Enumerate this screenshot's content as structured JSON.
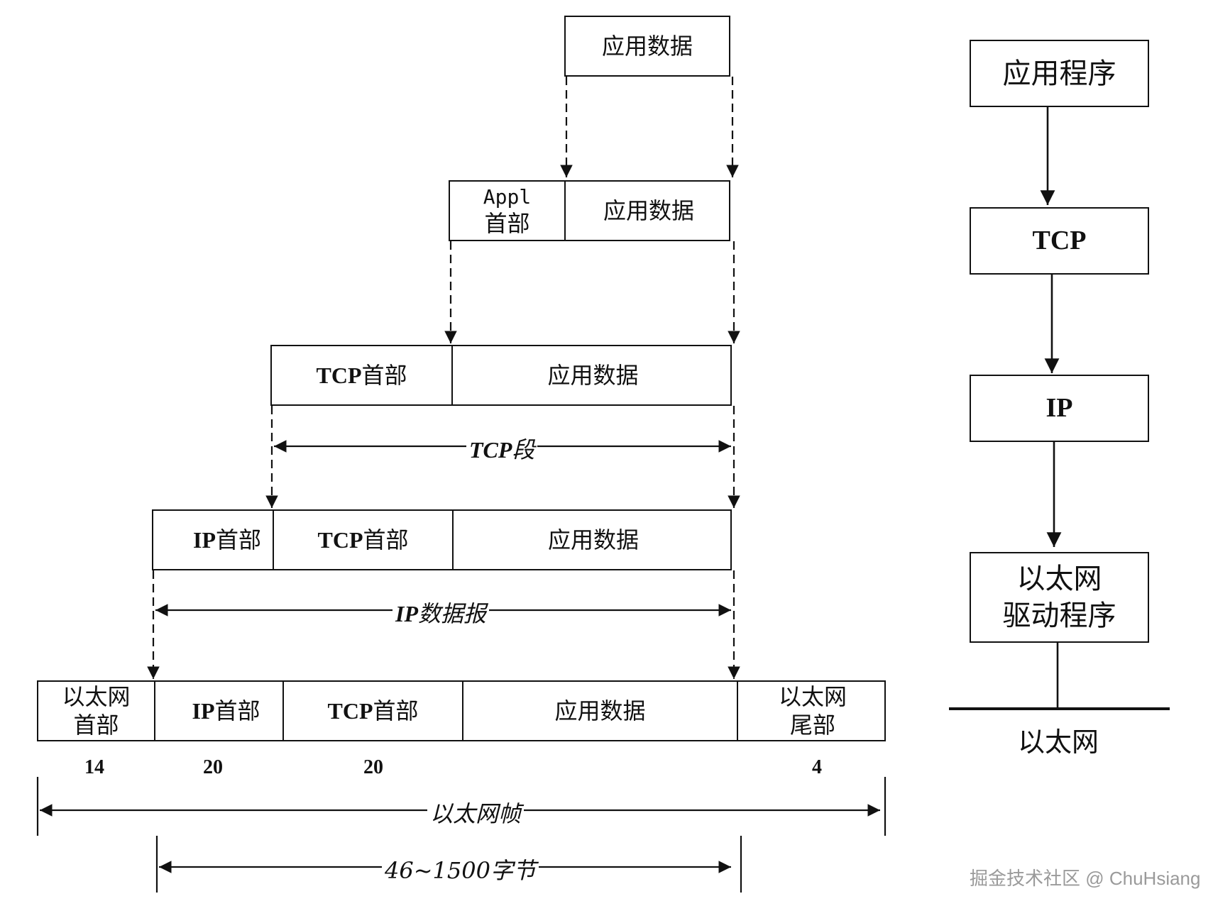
{
  "rows": {
    "app_data": {
      "data": "应用数据"
    },
    "appl": {
      "header_line1": "Appl",
      "header_line2": "首部",
      "data": "应用数据"
    },
    "tcp": {
      "header_prefix": "TCP",
      "header_suffix": "首部",
      "data": "应用数据"
    },
    "ip": {
      "ip_prefix": "IP",
      "ip_suffix": "首部",
      "tcp_prefix": "TCP",
      "tcp_suffix": "首部",
      "data": "应用数据"
    },
    "eth": {
      "eth_header_line1": "以太网",
      "eth_header_line2": "首部",
      "ip_prefix": "IP",
      "ip_suffix": "首部",
      "tcp_prefix": "TCP",
      "tcp_suffix": "首部",
      "data": "应用数据",
      "trailer_line1": "以太网",
      "trailer_line2": "尾部"
    }
  },
  "spans": {
    "tcp_segment_prefix": "TCP",
    "tcp_segment_suffix": "段",
    "ip_datagram_prefix": "IP",
    "ip_datagram_suffix": "数据报",
    "eth_frame": "以太网帧",
    "payload_range": "46~1500字节"
  },
  "sizes": {
    "eth_header": "14",
    "ip_header": "20",
    "tcp_header": "20",
    "eth_trailer": "4"
  },
  "stack": {
    "application": "应用程序",
    "tcp": "TCP",
    "ip": "IP",
    "driver_line1": "以太网",
    "driver_line2": "驱动程序",
    "bus": "以太网"
  },
  "credit": "掘金技术社区 @ ChuHsiang"
}
